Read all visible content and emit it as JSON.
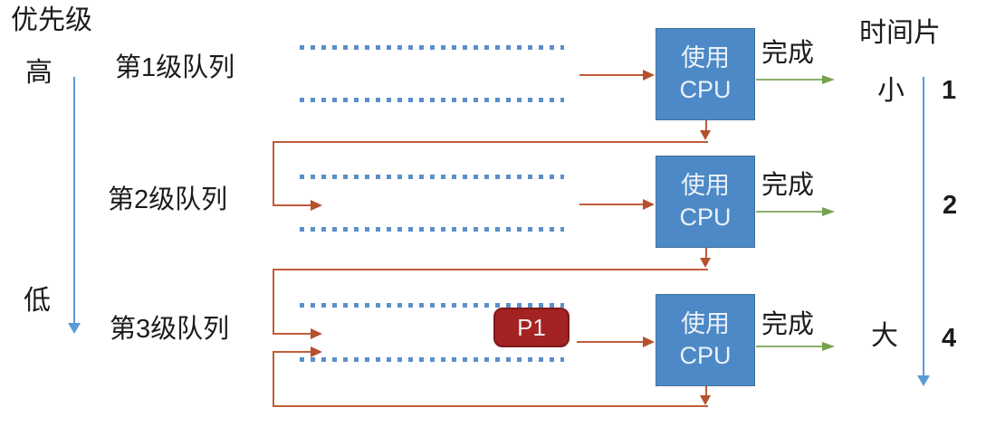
{
  "priority_axis": {
    "title": "优先级",
    "high": "高",
    "low": "低"
  },
  "timeslice_axis": {
    "title": "时间片",
    "small": "小",
    "large": "大"
  },
  "rows": [
    {
      "queue_label": "第1级队列",
      "timeslice": "1"
    },
    {
      "queue_label": "第2级队列",
      "timeslice": "2"
    },
    {
      "queue_label": "第3级队列",
      "timeslice": "4"
    }
  ],
  "cpu_label": {
    "line1": "使用",
    "line2": "CPU"
  },
  "done_label": "完成",
  "process": {
    "label": "P1"
  },
  "colors": {
    "queue_dots": "#5b8fc9",
    "cpu_box_fill": "#4d89c6",
    "cpu_box_border": "#41719c",
    "flow_arrow_orange": "#bf5d3a",
    "done_arrow_green": "#76a24e",
    "axis_arrow_blue": "#5b9bd5",
    "process_fill": "#a32222",
    "process_border": "#7d1a1a",
    "text": "#1c1c1c"
  }
}
